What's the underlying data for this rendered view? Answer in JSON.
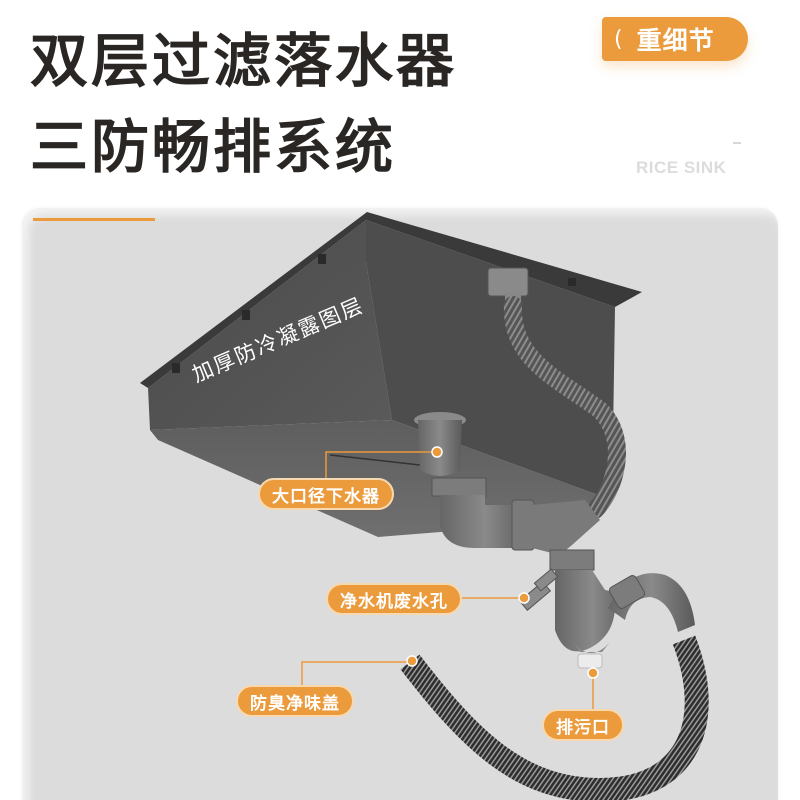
{
  "header": {
    "title_line1": "双层过滤落水器",
    "title_line2": "三防畅排系统",
    "tag": {
      "bracket": "(",
      "label": "重细节"
    },
    "brand": "RICE SINK"
  },
  "colors": {
    "accent": "#eb9a3c",
    "title_text": "#2a2624",
    "panel_bg": "#dcdcdc",
    "brand_text": "#dcdcdc"
  },
  "product_image": {
    "subject": "grey sink basin with double-layer drain, overflow hose and S-trap",
    "surface_label": "加厚防冷凝露图层"
  },
  "callouts": [
    {
      "id": "strainer",
      "label": "大口径下水器"
    },
    {
      "id": "purifier-outlet",
      "label": "净水机废水孔"
    },
    {
      "id": "odor-cap",
      "label": "防臭净味盖"
    },
    {
      "id": "clean-out",
      "label": "排污口"
    }
  ]
}
